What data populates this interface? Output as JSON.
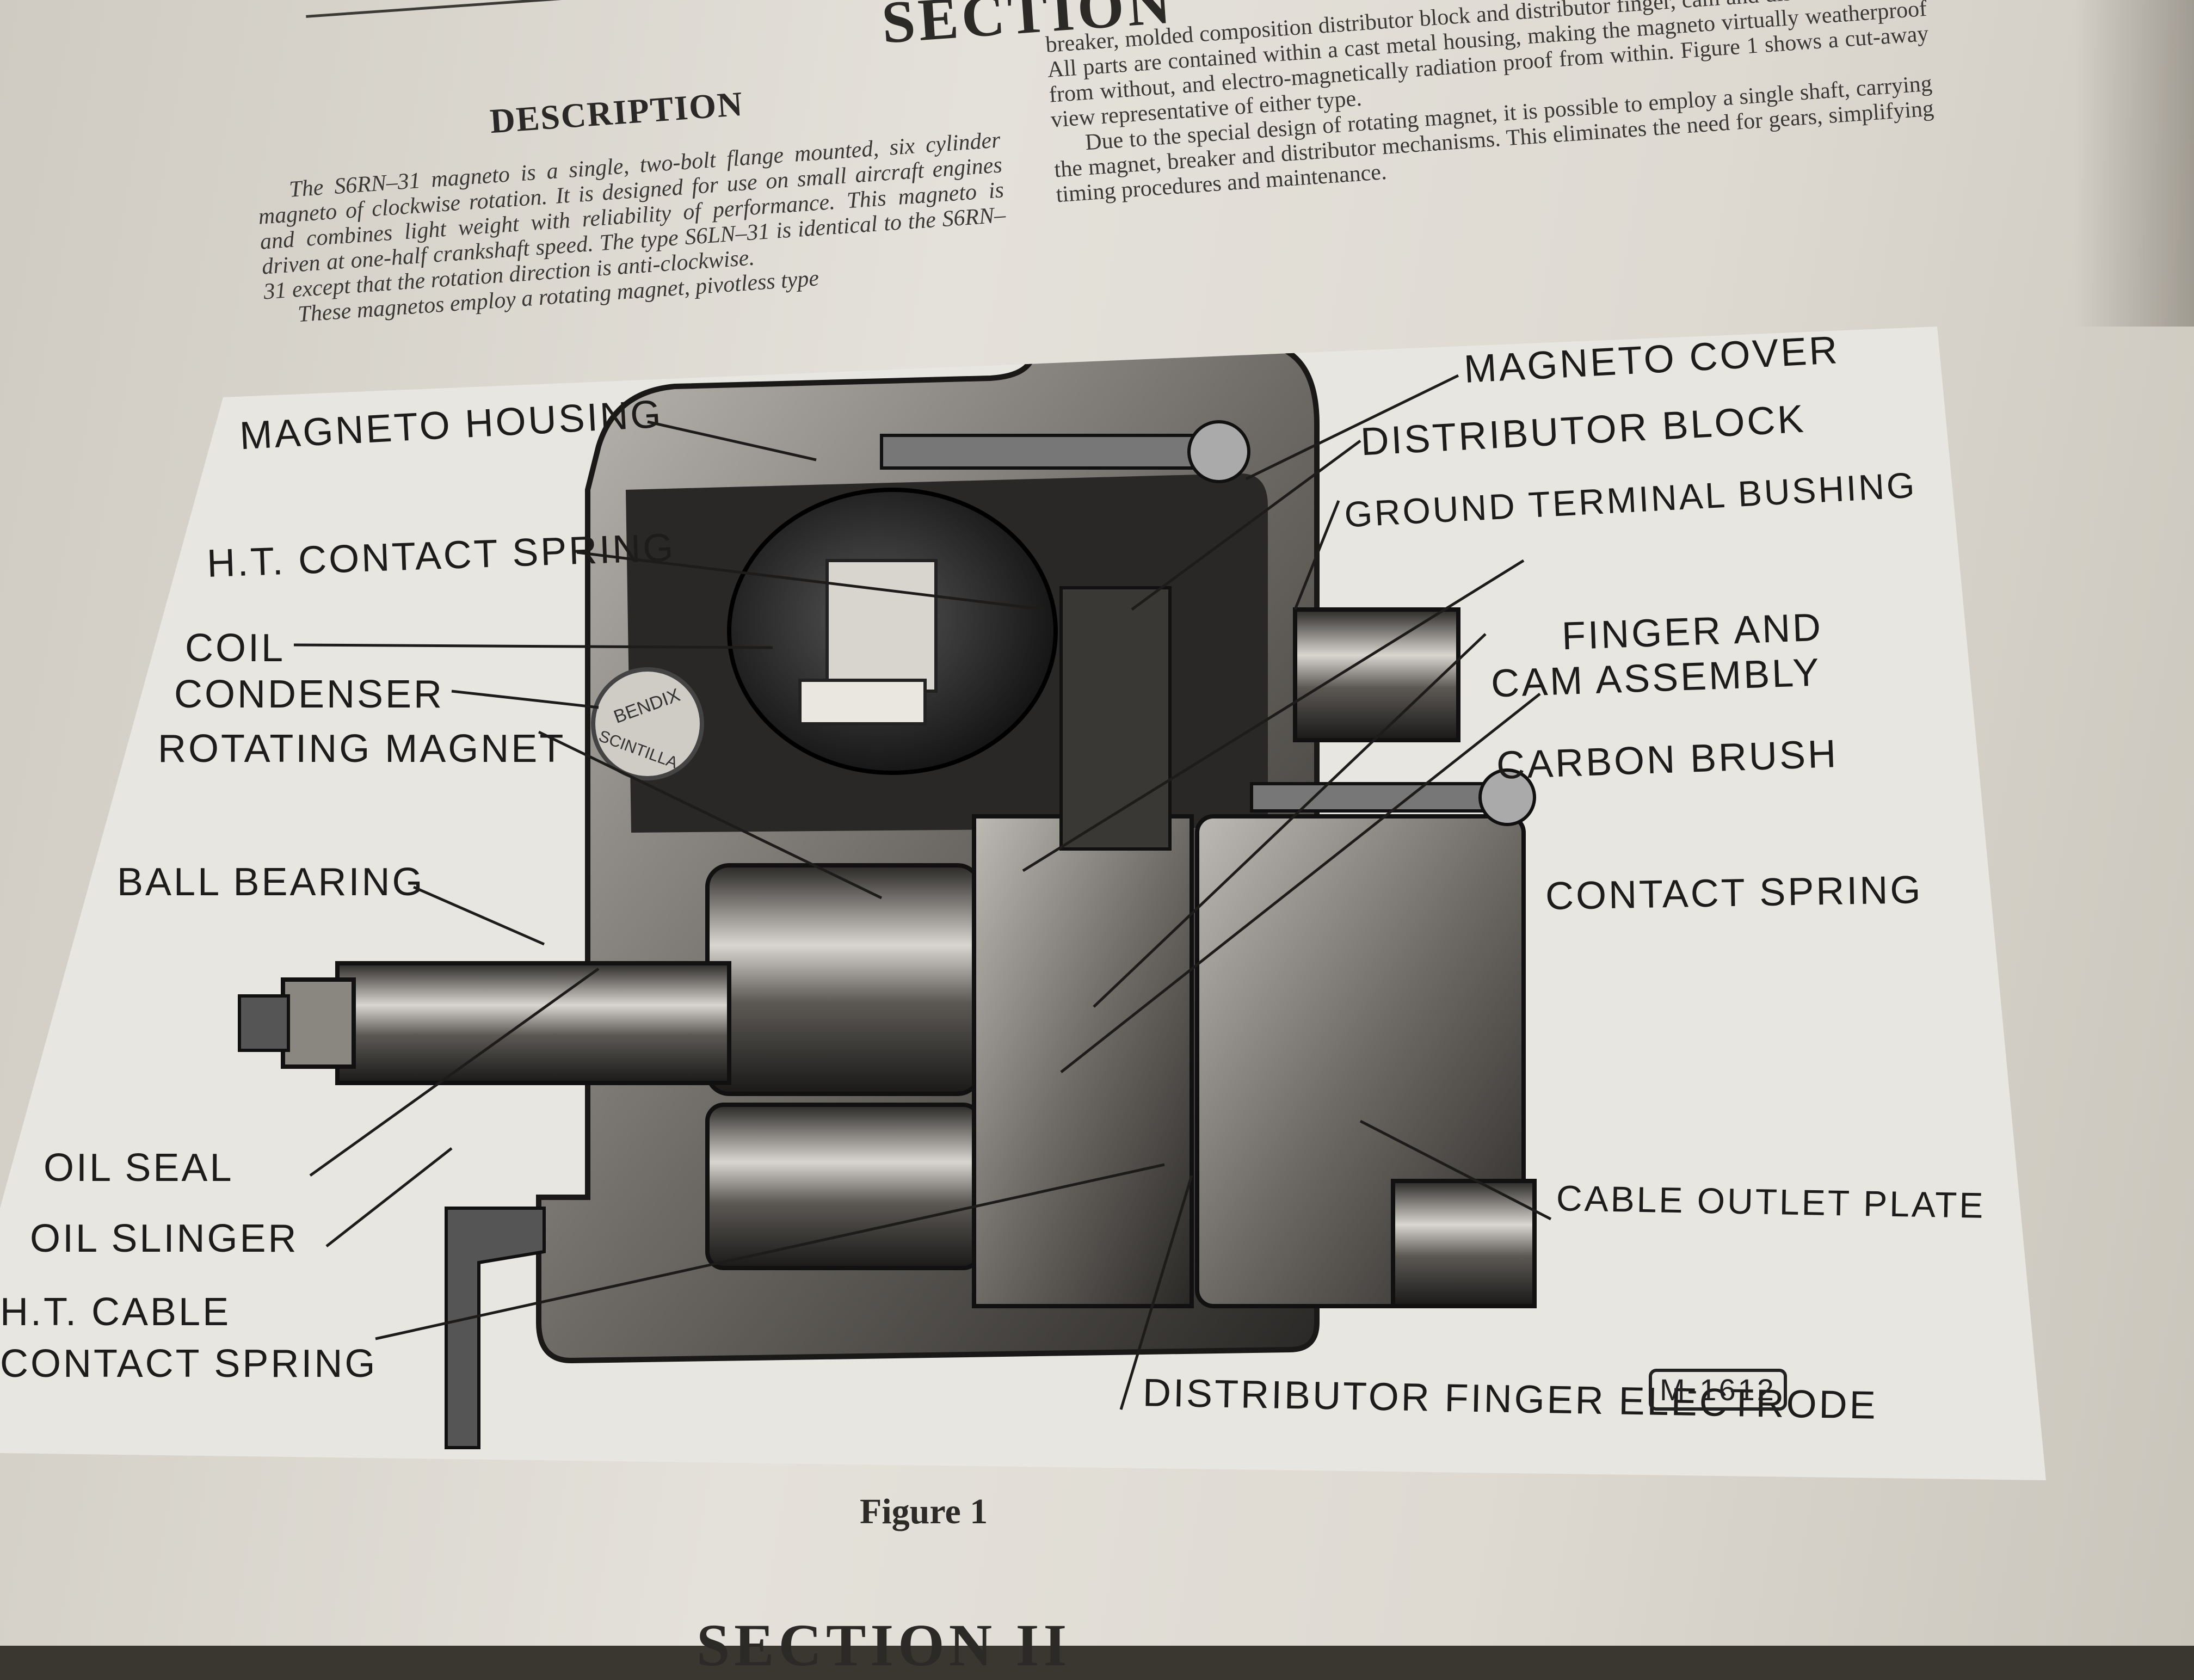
{
  "header": {
    "section_title": "SECTION",
    "bottom_section_title": "SECTION II"
  },
  "description": {
    "title": "DESCRIPTION",
    "left_column": [
      "The S6RN–31 magneto is a single, two-bolt flange mounted, six cylinder magneto of clockwise rotation. It is designed for use on small aircraft engines and combines light weight with reliability of performance. This magneto is driven at one-half crankshaft speed. The type S6LN–31 is identical to the S6RN–31 except that the rotation direction is anti-clockwise.",
      "These magnetos employ a rotating magnet, pivotless type"
    ],
    "right_column": [
      "breaker, molded composition distributor block and distributor finger, cam and distributor finger. All parts are contained within a cast metal housing, making the magneto virtually weatherproof from without, and electro-magnetically radiation proof from within. Figure 1 shows a cut-away view representative of either type.",
      "Due to the special design of rotating magnet, it is possible to employ a single shaft, carrying the magnet, breaker and distributor mechanisms. This eliminates the need for gears, simplifying timing procedures and maintenance."
    ]
  },
  "figure": {
    "caption": "Figure 1",
    "code": "M-1612",
    "nameplate": [
      "BENDIX",
      "SCINTILLA"
    ],
    "labels": {
      "magneto_housing": "MAGNETO HOUSING",
      "ht_contact_spring": "H.T. CONTACT SPRING",
      "coil": "COIL",
      "condenser": "CONDENSER",
      "rotating_magnet": "ROTATING MAGNET",
      "ball_bearing": "BALL BEARING",
      "oil_seal": "OIL SEAL",
      "oil_slinger": "OIL SLINGER",
      "ht_cable_line1": "H.T. CABLE",
      "ht_cable_line2": "CONTACT SPRING",
      "magneto_cover": "MAGNETO COVER",
      "distributor_block": "DISTRIBUTOR BLOCK",
      "ground_terminal_bushing": "GROUND TERMINAL BUSHING",
      "finger_cam_line1": "FINGER AND",
      "finger_cam_line2": "CAM ASSEMBLY",
      "carbon_brush": "CARBON BRUSH",
      "contact_spring": "CONTACT SPRING",
      "cable_outlet_plate": "CABLE OUTLET PLATE",
      "distributor_finger_electrode": "DISTRIBUTOR FINGER ELECTRODE"
    }
  }
}
